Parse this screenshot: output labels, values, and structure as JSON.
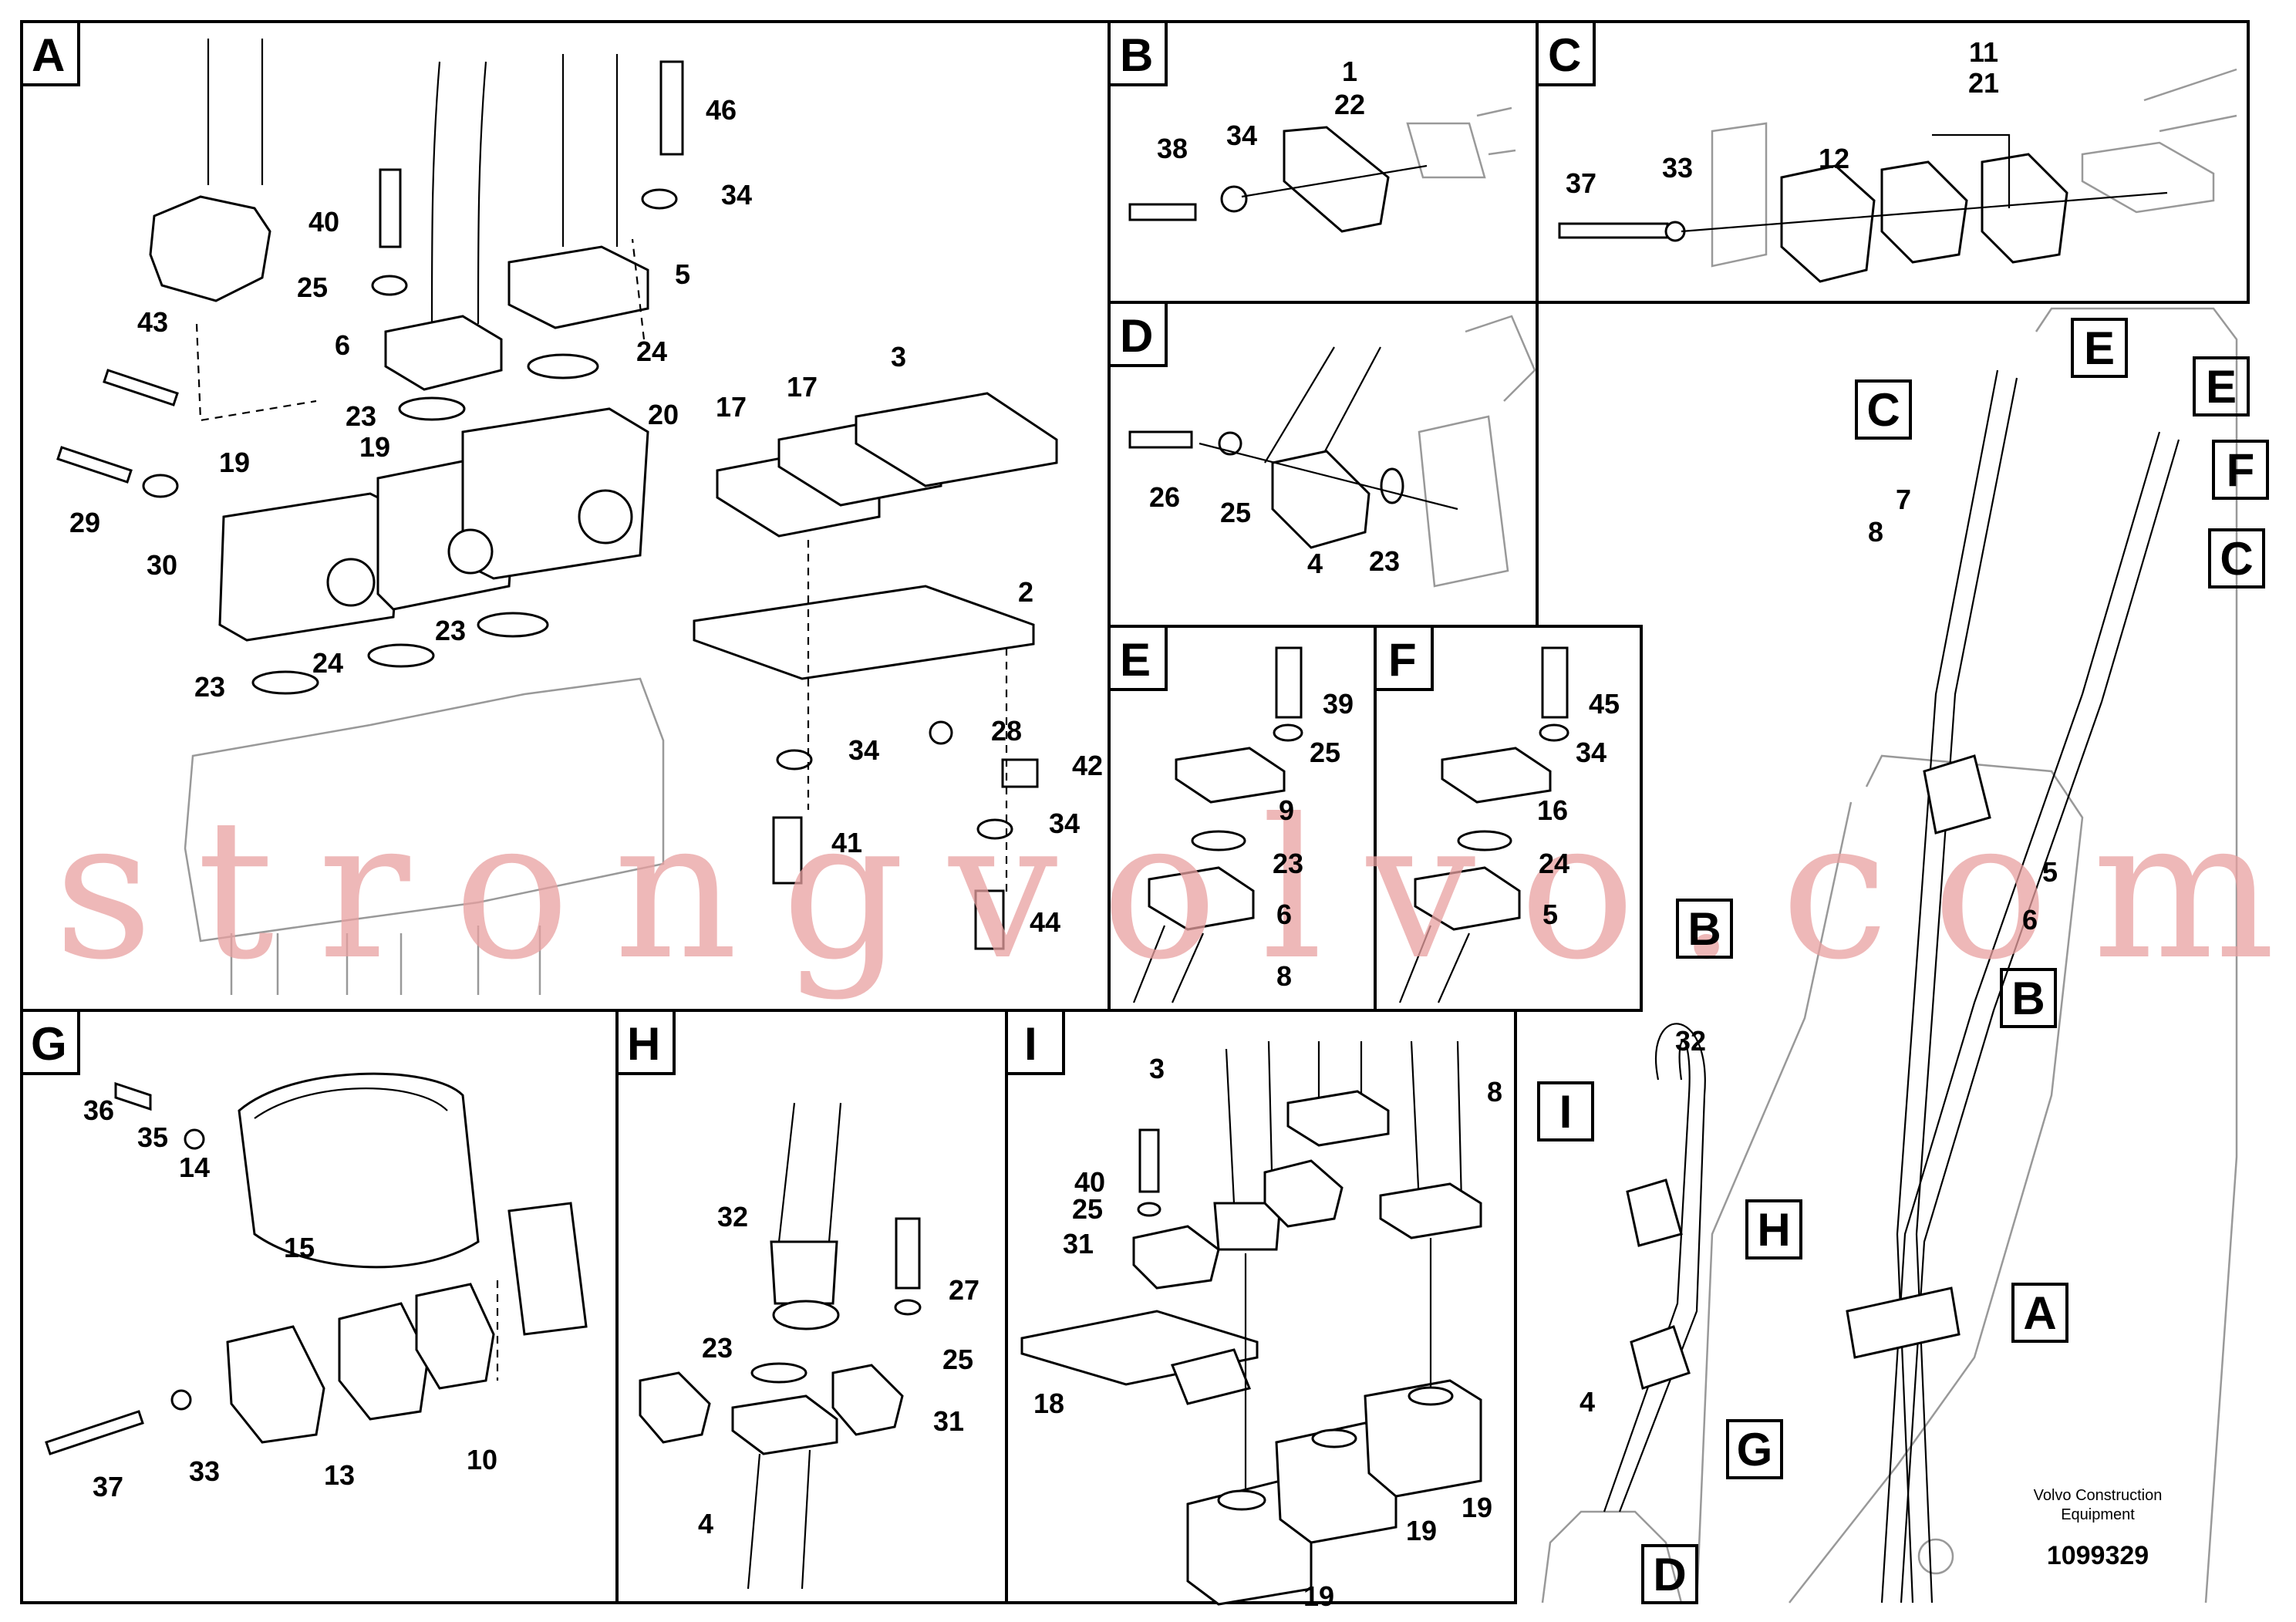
{
  "panels": [
    {
      "id": "A",
      "label": "A"
    },
    {
      "id": "B",
      "label": "B"
    },
    {
      "id": "C",
      "label": "C"
    },
    {
      "id": "D",
      "label": "D"
    },
    {
      "id": "E",
      "label": "E"
    },
    {
      "id": "F",
      "label": "F"
    },
    {
      "id": "G",
      "label": "G"
    },
    {
      "id": "H",
      "label": "H"
    },
    {
      "id": "I",
      "label": "I"
    }
  ],
  "callouts": {
    "A": [
      "46",
      "34",
      "40",
      "5",
      "25",
      "43",
      "6",
      "24",
      "23",
      "20",
      "19",
      "19",
      "29",
      "30",
      "3",
      "17",
      "17",
      "2",
      "23",
      "24",
      "23",
      "28",
      "42",
      "34",
      "41",
      "34",
      "44"
    ],
    "B": [
      "1",
      "22",
      "38",
      "34"
    ],
    "C": [
      "11",
      "21",
      "37",
      "33",
      "12"
    ],
    "D": [
      "26",
      "25",
      "4",
      "23"
    ],
    "E": [
      "39",
      "25",
      "9",
      "23",
      "6",
      "8"
    ],
    "F": [
      "45",
      "34",
      "16",
      "24",
      "5"
    ],
    "G": [
      "36",
      "35",
      "14",
      "15",
      "37",
      "33",
      "13",
      "10"
    ],
    "H": [
      "32",
      "27",
      "23",
      "25",
      "31",
      "4"
    ],
    "I": [
      "3",
      "8",
      "40",
      "25",
      "31",
      "18",
      "19",
      "19",
      "19"
    ],
    "overview": [
      "32",
      "7",
      "8",
      "5",
      "6",
      "4"
    ]
  },
  "overview_flags": [
    "E",
    "E",
    "C",
    "F",
    "C",
    "B",
    "B",
    "I",
    "H",
    "A",
    "G",
    "D"
  ],
  "watermark": "strongvolvo.com",
  "brand_line1": "Volvo Construction",
  "brand_line2": "Equipment",
  "document_number": "1099329"
}
